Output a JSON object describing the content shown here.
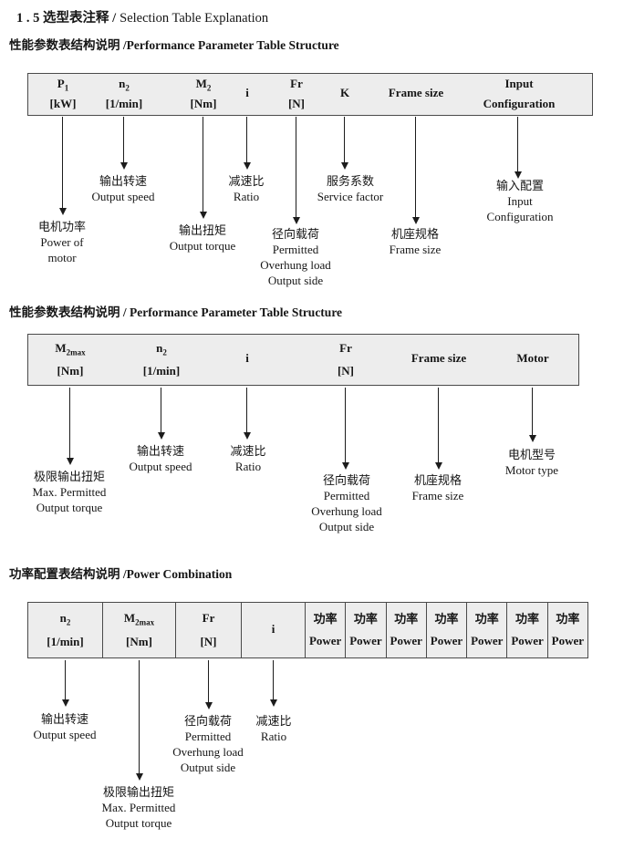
{
  "title": {
    "cn": "1 . 5 选型表注释 /",
    "en": "Selection Table Explanation"
  },
  "sections": [
    {
      "heading": "性能参数表结构说明 /Performance Parameter Table Structure",
      "columns": [
        {
          "sym": "P",
          "sub": "1",
          "unit": "[kW]"
        },
        {
          "sym": "n",
          "sub": "2",
          "unit": "[1/min]"
        },
        {
          "sym": "M",
          "sub": "2",
          "unit": "[Nm]"
        },
        {
          "sym": "i",
          "sub": "",
          "unit": ""
        },
        {
          "sym": "Fr",
          "sub": "",
          "unit": "[N]"
        },
        {
          "sym": "K",
          "sub": "",
          "unit": ""
        },
        {
          "sym": "Frame size",
          "sub": "",
          "unit": ""
        },
        {
          "sym": "Input",
          "sub": "",
          "unit": "Configuration"
        }
      ],
      "labels": [
        {
          "lines": [
            "电机功率",
            "Power of",
            "motor"
          ]
        },
        {
          "lines": [
            "输出转速",
            "Output speed"
          ]
        },
        {
          "lines": [
            "输出扭矩",
            "Output torque"
          ]
        },
        {
          "lines": [
            "减速比",
            "Ratio"
          ]
        },
        {
          "lines": [
            "径向载荷",
            "Permitted",
            "Overhung load",
            "Output side"
          ]
        },
        {
          "lines": [
            "服务系数",
            "Service factor"
          ]
        },
        {
          "lines": [
            "机座规格",
            "Frame size"
          ]
        },
        {
          "lines": [
            "输入配置",
            "Input",
            "Configuration"
          ]
        }
      ]
    },
    {
      "heading": "性能参数表结构说明 / Performance Parameter Table Structure",
      "columns": [
        {
          "sym": "M",
          "sub": "2max",
          "unit": "[Nm]"
        },
        {
          "sym": "n",
          "sub": "2",
          "unit": "[1/min]"
        },
        {
          "sym": "i",
          "sub": "",
          "unit": ""
        },
        {
          "sym": "Fr",
          "sub": "",
          "unit": "[N]"
        },
        {
          "sym": "Frame size",
          "sub": "",
          "unit": ""
        },
        {
          "sym": "Motor",
          "sub": "",
          "unit": ""
        }
      ],
      "labels": [
        {
          "lines": [
            "极限输出扭矩",
            "Max. Permitted",
            "Output torque"
          ]
        },
        {
          "lines": [
            "输出转速",
            "Output speed"
          ]
        },
        {
          "lines": [
            "减速比",
            "Ratio"
          ]
        },
        {
          "lines": [
            "径向载荷",
            "Permitted",
            "Overhung load",
            "Output side"
          ]
        },
        {
          "lines": [
            "机座规格",
            "Frame size"
          ]
        },
        {
          "lines": [
            "电机型号",
            "Motor type"
          ]
        }
      ]
    },
    {
      "heading": "功率配置表结构说明 /Power Combination",
      "columns": [
        {
          "sym": "n",
          "sub": "2",
          "unit": "[1/min]"
        },
        {
          "sym": "M",
          "sub": "2max",
          "unit": "[Nm]"
        },
        {
          "sym": "Fr",
          "sub": "",
          "unit": "[N]"
        },
        {
          "sym": "i",
          "sub": "",
          "unit": ""
        },
        {
          "sym": "功率",
          "sub": "",
          "unit": "Power"
        },
        {
          "sym": "功率",
          "sub": "",
          "unit": "Power"
        },
        {
          "sym": "功率",
          "sub": "",
          "unit": "Power"
        },
        {
          "sym": "功率",
          "sub": "",
          "unit": "Power"
        },
        {
          "sym": "功率",
          "sub": "",
          "unit": "Power"
        },
        {
          "sym": "功率",
          "sub": "",
          "unit": "Power"
        },
        {
          "sym": "功率",
          "sub": "",
          "unit": "Power"
        }
      ],
      "labels": [
        {
          "lines": [
            "输出转速",
            "Output speed"
          ]
        },
        {
          "lines": [
            "极限输出扭矩",
            "Max. Permitted",
            "Output torque"
          ]
        },
        {
          "lines": [
            "径向载荷",
            "Permitted",
            "Overhung load",
            "Output side"
          ]
        },
        {
          "lines": [
            "减速比",
            "Ratio"
          ]
        }
      ]
    }
  ]
}
